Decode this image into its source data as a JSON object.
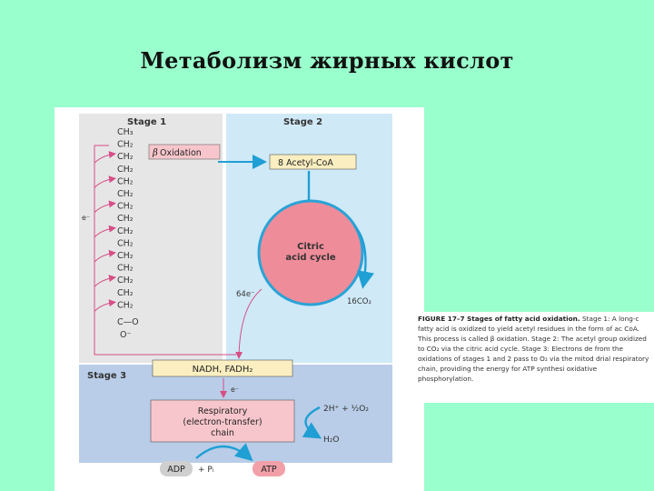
{
  "slide": {
    "title": "Метаболизм жирных кислот"
  },
  "diagram": {
    "stage1_label": "Stage 1",
    "stage2_label": "Stage 2",
    "stage3_label": "Stage 3",
    "beta_symbol": "β",
    "beta_oxidation_label": "Oxidation",
    "acetyl_coa_label": "8 Acetyl-CoA",
    "citric_line1": "Citric",
    "citric_line2": "acid cycle",
    "electrons_64": "64e⁻",
    "co2_label": "16CO₂",
    "nadh_label": "NADH, FADH₂",
    "electron_label": "e⁻",
    "resp_line1": "Respiratory",
    "resp_line2": "(electron-transfer)",
    "resp_line3": "chain",
    "hydrogen_label": "2H⁺ + ½O₂",
    "water_label": "H₂O",
    "adp_label": "ADP",
    "pi_label": "+ Pᵢ",
    "atp_label": "ATP",
    "bracket_e": "e⁻",
    "chain": [
      "CH₃",
      "CH₂",
      "CH₂",
      "CH₂",
      "CH₂",
      "CH₂",
      "CH₂",
      "CH₂",
      "CH₂",
      "CH₂",
      "CH₂",
      "CH₂",
      "CH₂",
      "CH₂",
      "CH₂"
    ],
    "carboxyl_c": "C—O",
    "carboxyl_o": "O⁻",
    "colors": {
      "stage1_bg": "#e6e6e6",
      "stage2_bg": "#cfe9f7",
      "stage3_bg": "#b9cde8",
      "beta_box": "#f7c6cc",
      "acetyl_box": "#fbeec0",
      "nadh_box": "#fbeec0",
      "citric_fill": "#ef8c9a",
      "citric_ring": "#2aa3d6",
      "resp_box": "#f7c6cc",
      "adp_pill": "#cfcfcf",
      "atp_pill": "#f2a0a8",
      "pink_arrow": "#d64f86",
      "blue_arrow": "#1f9fd4"
    }
  },
  "caption": {
    "figure_label": "FIGURE 17–7",
    "heading": "Stages of fatty acid oxidation.",
    "body": "Stage 1: A long-c fatty acid is oxidized to yield acetyl residues in the form of ac CoA. This process is called β oxidation. Stage 2: The acetyl group oxidized to CO₂ via the citric acid cycle. Stage 3: Electrons de from the oxidations of stages 1 and 2 pass to O₂ via the mitod drial respiratory chain, providing the energy for ATP synthesi oxidative phosphorylation."
  }
}
